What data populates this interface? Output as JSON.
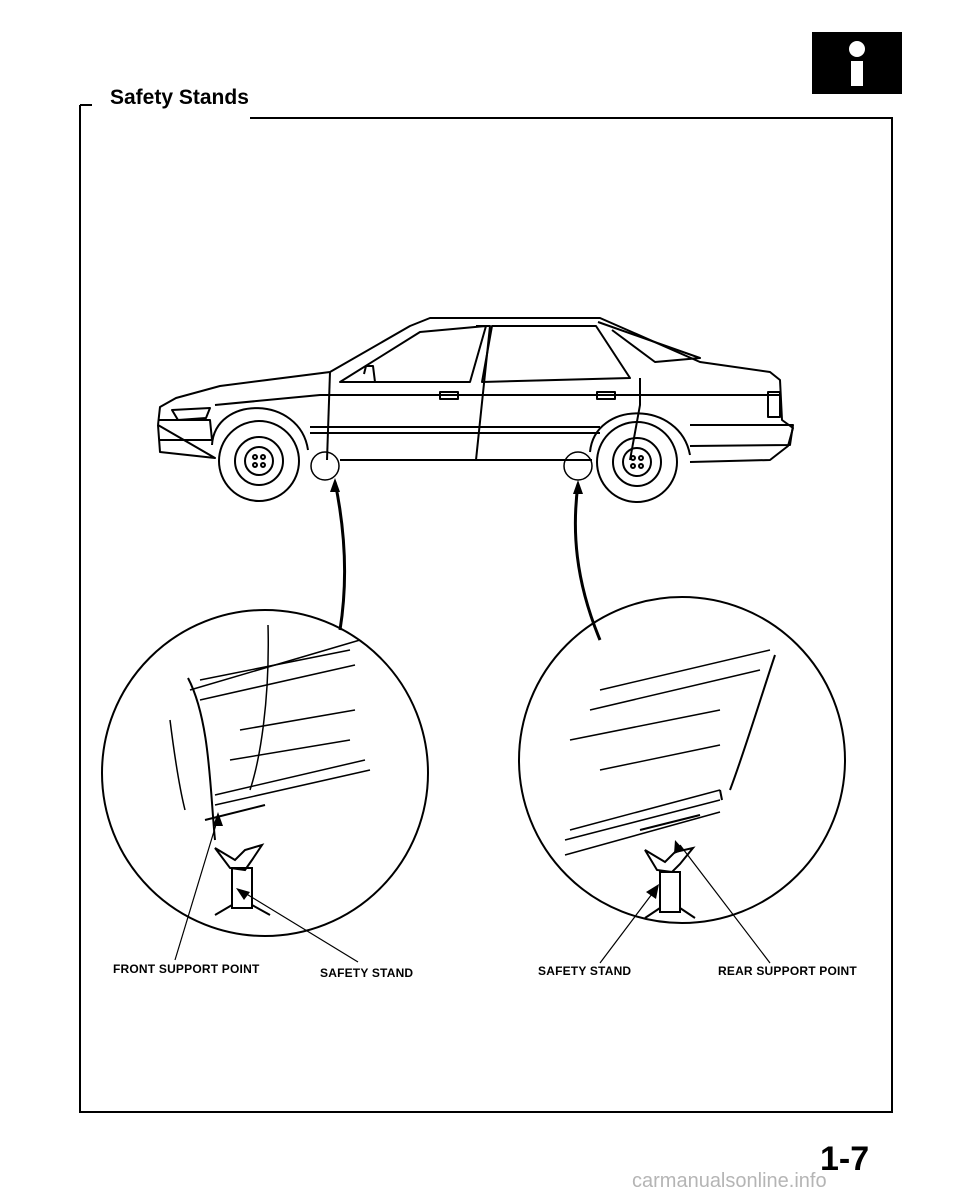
{
  "section": {
    "title": "Safety Stands"
  },
  "badge": {
    "icon": "info-icon"
  },
  "labels": {
    "front_support_point": "FRONT SUPPORT POINT",
    "safety_stand_left": "SAFETY STAND",
    "safety_stand_right": "SAFETY STAND",
    "rear_support_point": "REAR SUPPORT POINT"
  },
  "footer": {
    "page_number": "1-7",
    "watermark": "carmanualsonline.info"
  }
}
